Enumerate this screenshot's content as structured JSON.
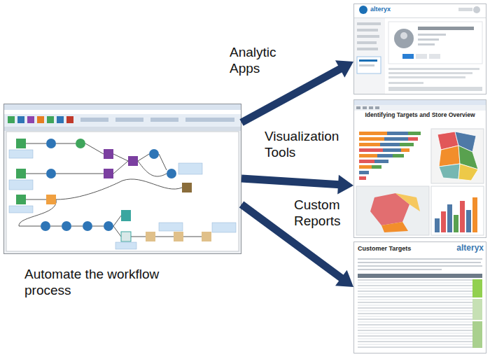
{
  "diagram": {
    "nodes": [
      {
        "text": [
          "Automate the workflow process"
        ]
      },
      {
        "text": [
          "alteryx"
        ]
      },
      {
        "text": [
          "Identifying Targets and Store Overview"
        ]
      },
      {
        "text": [
          "Customer Targets",
          "alteryx"
        ]
      }
    ],
    "edges": [
      {
        "from": 0,
        "to": 1,
        "arrow": "to",
        "label": "Analytic Apps"
      },
      {
        "from": 0,
        "to": 2,
        "arrow": "to",
        "label": "Visualization Tools"
      },
      {
        "from": 0,
        "to": 3,
        "arrow": "to",
        "label": "Custom Reports"
      }
    ]
  }
}
